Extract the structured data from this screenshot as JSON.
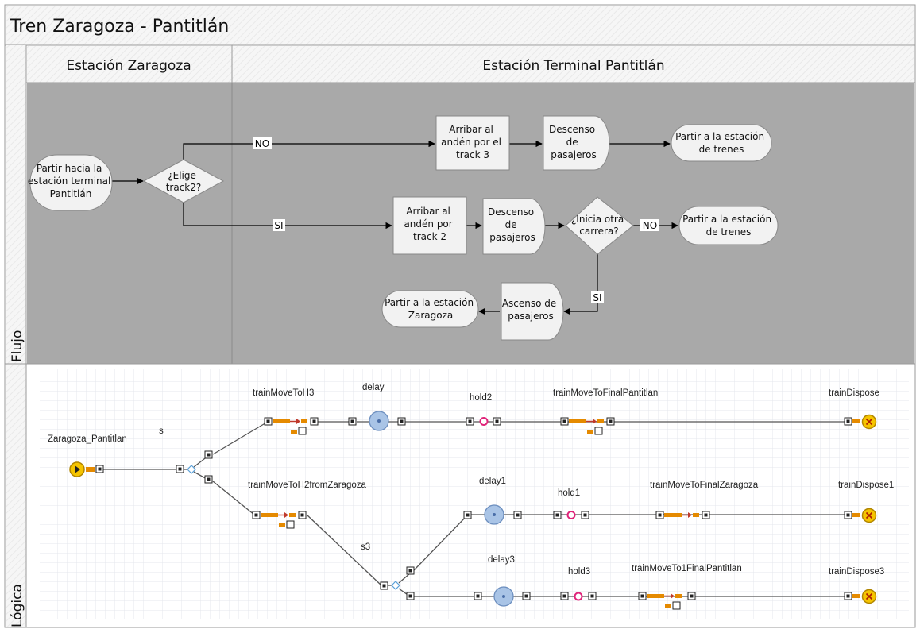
{
  "title": "Tren Zaragoza - Pantitlán",
  "side_labels": {
    "flow": "Flujo",
    "logic": "Lógica"
  },
  "lanes": {
    "left": "Estación Zaragoza",
    "right": "Estación Terminal Pantitlán"
  },
  "flow": {
    "start": [
      "Partir hacia la",
      "estación terminal",
      "Pantitlán"
    ],
    "decision_track": [
      "¿Elige",
      "track2?"
    ],
    "no_label": "NO",
    "si_label": "SI",
    "arrive_track3": [
      "Arribar al",
      "andén por el",
      "track 3"
    ],
    "descent_top": [
      "Descenso",
      "de",
      "pasajeros"
    ],
    "depart_top": [
      "Partir a la estación",
      "de trenes"
    ],
    "arrive_track2": [
      "Arribar al",
      "andén por",
      "track 2"
    ],
    "descent_mid": [
      "Descenso",
      "de",
      "pasajeros"
    ],
    "decision_new_run": [
      "¿Inicia otra",
      "carrera?"
    ],
    "no_label_2": "NO",
    "depart_mid": [
      "Partir a la estación",
      "de trenes"
    ],
    "si_label_2": "SI",
    "ascent": [
      "Ascenso de",
      "pasajeros"
    ],
    "depart_zaragoza": [
      "Partir a la estación",
      "Zaragoza"
    ]
  },
  "logic": {
    "source": "Zaragoza_Pantitlan",
    "select_1": "s",
    "select_2": "s3",
    "move_h3": "trainMoveToH3",
    "delay": "delay",
    "hold2": "hold2",
    "move_final_pantitlan": "trainMoveToFinalPantitlan",
    "dispose": "trainDispose",
    "move_h2": "trainMoveToH2fromZaragoza",
    "delay1": "delay1",
    "hold1": "hold1",
    "move_final_zaragoza": "trainMoveToFinalZaragoza",
    "dispose1": "trainDispose1",
    "delay3": "delay3",
    "hold3": "hold3",
    "move_1final_pantitlan": "trainMoveTo1FinalPantitlan",
    "dispose3": "trainDispose3"
  }
}
